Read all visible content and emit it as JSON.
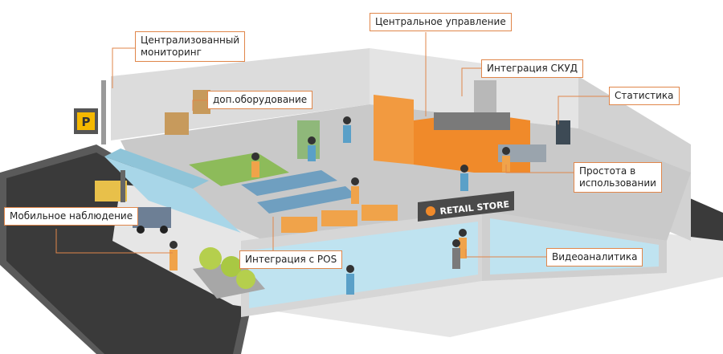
{
  "callouts": {
    "central_monitoring": [
      "Централизованный",
      "мониторинг"
    ],
    "central_management": "Центральное управление",
    "extra_equipment": "доп.оборудование",
    "access_control": "Интеграция СКУД",
    "statistics": "Статистика",
    "ease_of_use": [
      "Простота в",
      "использовании"
    ],
    "mobile_monitoring": "Мобильное наблюдение",
    "pos_integration": "Интеграция с POS",
    "video_analytics": "Видеоаналитика"
  },
  "store_sign": "RETAIL STORE",
  "parking_sign": "P",
  "colors": {
    "accent": "#e0864a",
    "wall": "#dcdcdc",
    "floor": "#c9c9c9",
    "orange_wall": "#f08a2a",
    "glass": "#bfe3f0",
    "road": "#3a3a3a",
    "parking_sign": "#f5b800"
  }
}
